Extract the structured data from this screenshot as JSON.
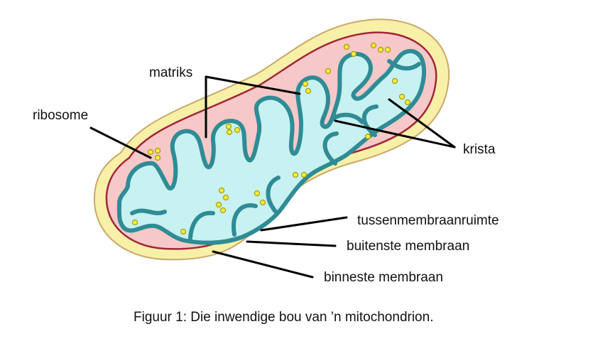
{
  "labels": {
    "matrix": "matriks",
    "ribosome": "ribosome",
    "crista": "krista",
    "intermembrane_space": "tussenmembraanruimte",
    "outer_membrane": "buitenste membraan",
    "inner_membrane": "binneste membraan"
  },
  "caption": "Figuur 1: Die inwendige bou van ’n mitochondrion.",
  "colors": {
    "outer_membrane_fill": "#f9f0a8",
    "outer_membrane_stroke": "#c9a868",
    "intermembrane_fill": "#f6c8c8",
    "inner_membrane_stroke": "#a0263a",
    "cristae_membrane": "#2e8c95",
    "matrix_fill": "#c8f1f1",
    "ribosome_fill": "#f6f03c",
    "ribosome_stroke": "#a59a10"
  }
}
